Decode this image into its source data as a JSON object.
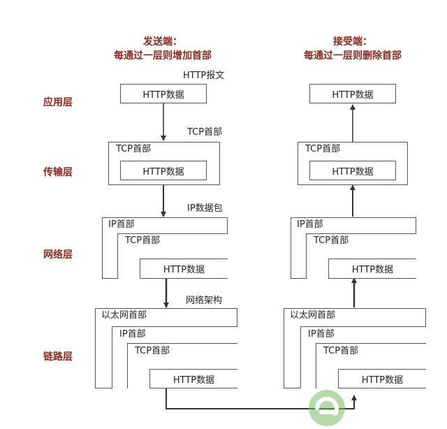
{
  "sender": {
    "title": "发送端：",
    "subtitle": "每通过一层则增加首部"
  },
  "receiver": {
    "title": "接受端：",
    "subtitle": "每通过一层则删除首部"
  },
  "layers": {
    "application": "应用层",
    "transport": "传输层",
    "network": "网络层",
    "link": "链路层"
  },
  "notes": {
    "http_message": "HTTP报文",
    "tcp_header": "TCP首部",
    "ip_packet": "IP数据包",
    "network_frame": "网络架构"
  },
  "labels": {
    "http_data": "HTTP数据",
    "tcp_header": "TCP首部",
    "ip_header": "IP首部",
    "ethernet_header": "以太网首部"
  },
  "colors": {
    "heading": "#8b2a1f",
    "border": "#555555",
    "arrow": "#333333"
  }
}
